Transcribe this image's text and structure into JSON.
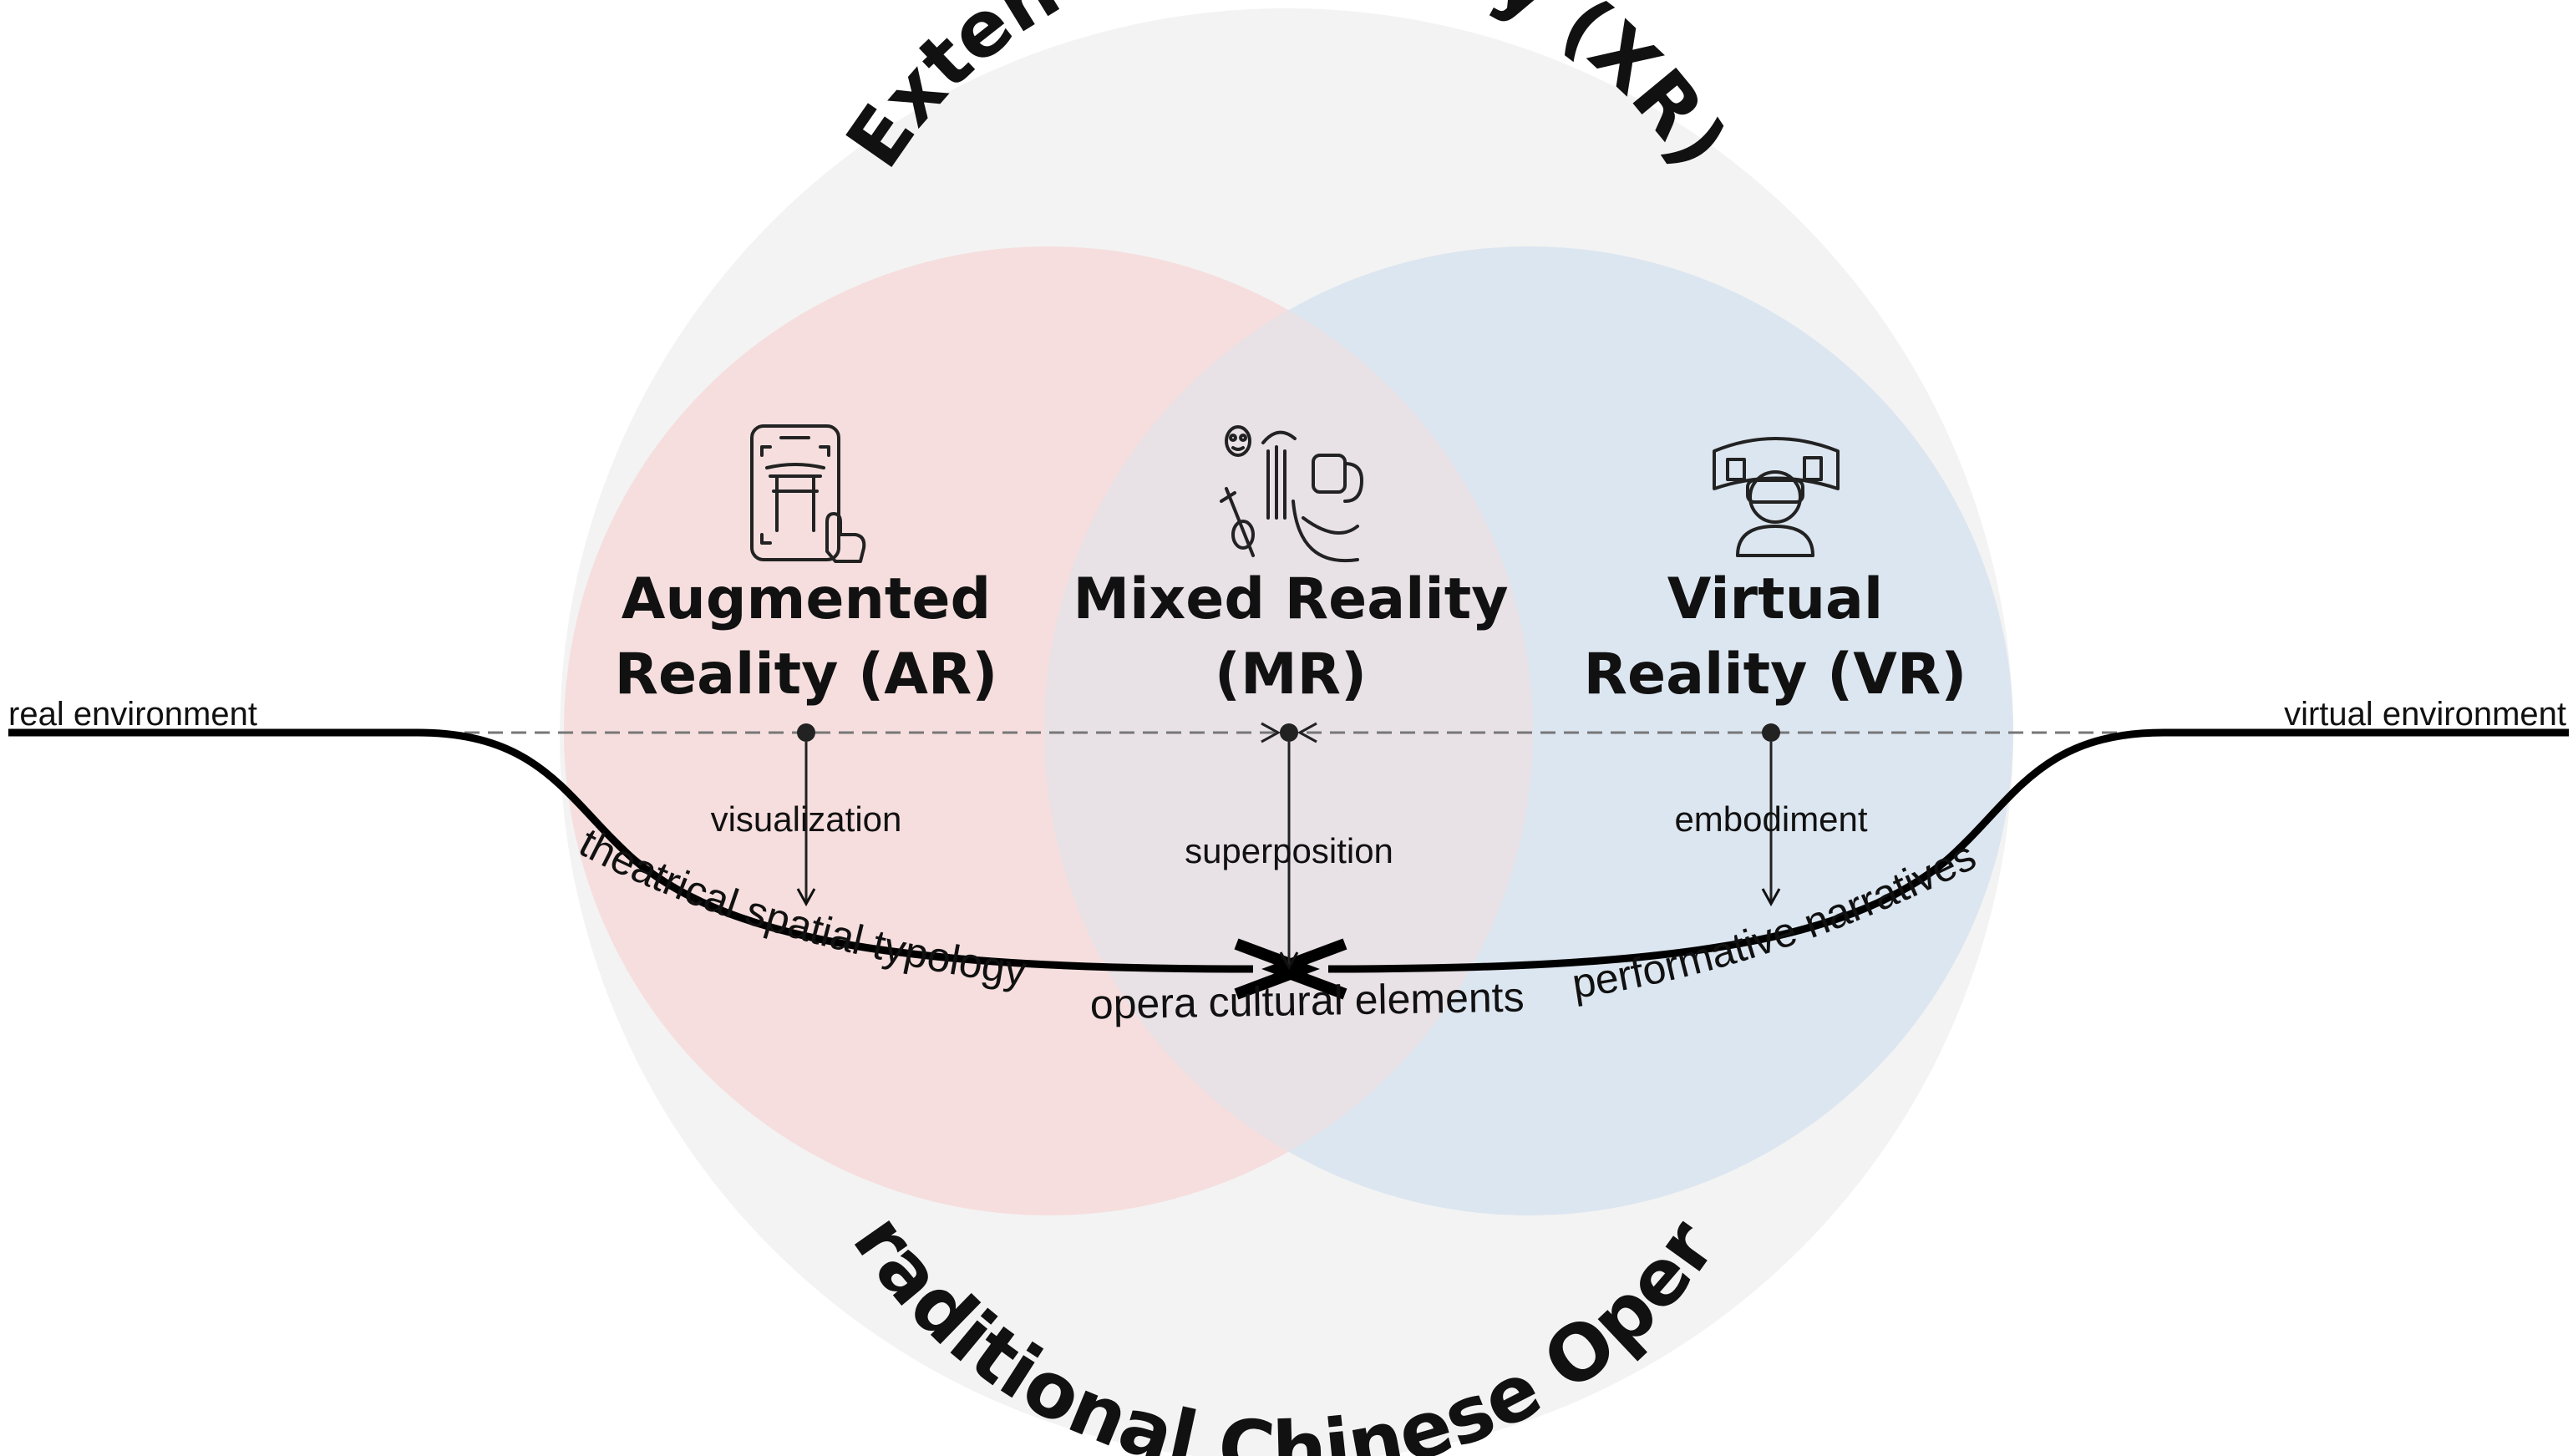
{
  "outer_label_top": "Extended Reality (XR)",
  "outer_label_bottom": "Traditional Chinese Opera",
  "left_axis_label": "real environment",
  "right_axis_label": "virtual environment",
  "colors": {
    "outer_circle": "#f3f3f3",
    "ar_circle": "#f6dede",
    "vr_circle": "#dce6f0",
    "overlap": "#e8e1e5",
    "line": "#000000"
  },
  "ar": {
    "title_line1": "Augmented",
    "title_line2": "Reality (AR)",
    "connector": "visualization",
    "curve_text": "theatrical spatial typology",
    "icon": "phone-ar-gate-icon"
  },
  "mr": {
    "title_line1": "Mixed Reality",
    "title_line2": "(MR)",
    "connector": "superposition",
    "curve_text": "opera cultural elements",
    "icon": "mixed-reality-hand-headset-icon"
  },
  "vr": {
    "title_line1": "Virtual",
    "title_line2": "Reality (VR)",
    "connector": "embodiment",
    "curve_text": "performative narratives",
    "icon": "vr-headset-person-icon"
  }
}
